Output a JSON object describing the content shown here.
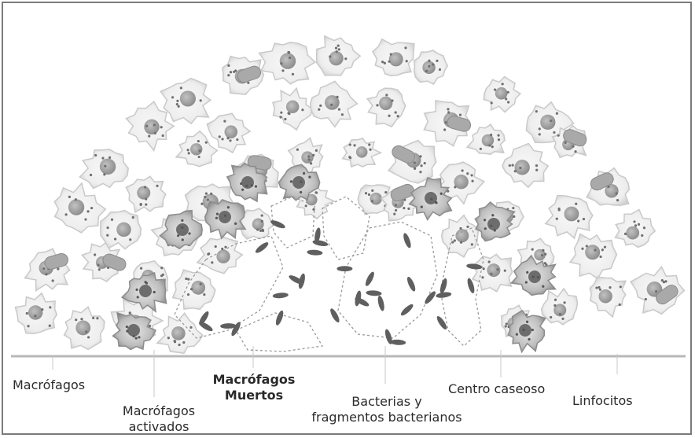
{
  "labels": {
    "macrofagos": "Macrófagos",
    "macrofagos_activados_1": "Macrófagos",
    "macrofagos_activados_2": "activados",
    "macrofagos_muertos_1": "Macrófagos",
    "macrofagos_muertos_2": "Muertos",
    "bacterias_1": "Bacterias y",
    "bacterias_2": "fragmentos bacterianos",
    "centro_caseoso": "Centro caseoso",
    "linfocitos": "Linfocitos"
  },
  "colors": {
    "cell_outline": "#c9c9c9",
    "cell_fill": "#f3f3f3",
    "nucleus": "#9d9d9d",
    "activated_cell": "#8e8e8e",
    "bacterium": "#5f5f5f",
    "ground_line": "#b5b5b5",
    "border": "#7a7a7a"
  }
}
